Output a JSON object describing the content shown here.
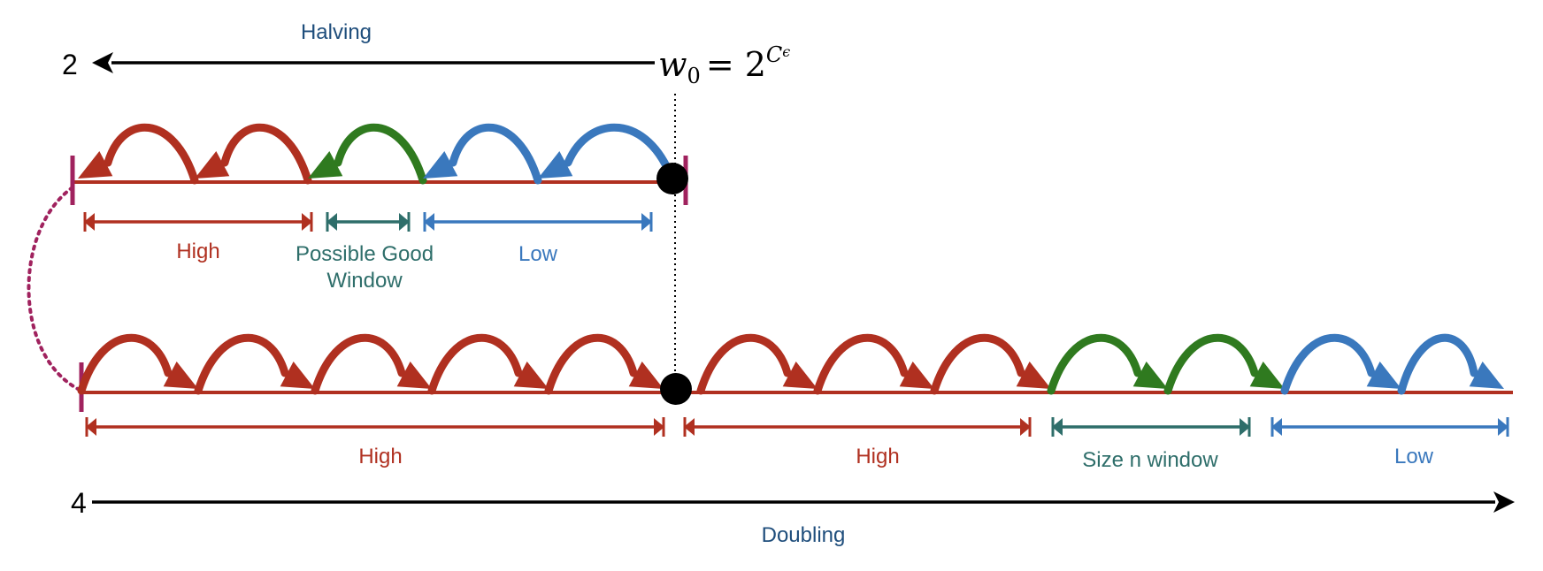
{
  "colors": {
    "red": "#b03020",
    "green": "#2f7a1f",
    "blue": "#3a78bd",
    "teal": "#2e6e6a",
    "navy": "#1f4e7c",
    "magenta": "#a0225e",
    "black": "#000000"
  },
  "top": {
    "axis_start": "2",
    "axis_label": "Halving",
    "formula": {
      "var": "w",
      "sub": "0",
      "eq": "= 2",
      "sup": "C",
      "sup2": "ϵ"
    },
    "arcs": [
      "red",
      "red",
      "green",
      "blue",
      "blue"
    ],
    "segments": [
      {
        "label": "High",
        "label2": "",
        "color": "red"
      },
      {
        "label": "Possible Good",
        "label2": "Window",
        "color": "teal"
      },
      {
        "label": "Low",
        "label2": "",
        "color": "blue"
      }
    ]
  },
  "bottom": {
    "axis_start": "4",
    "axis_label": "Doubling",
    "arcs": [
      "red",
      "red",
      "red",
      "red",
      "red",
      "red",
      "red",
      "red",
      "green",
      "green",
      "blue",
      "blue"
    ],
    "segments": [
      {
        "label": "High",
        "color": "red"
      },
      {
        "label": "High",
        "color": "red"
      },
      {
        "label": "Size n window",
        "color": "teal"
      },
      {
        "label": "Low",
        "color": "blue"
      }
    ]
  }
}
